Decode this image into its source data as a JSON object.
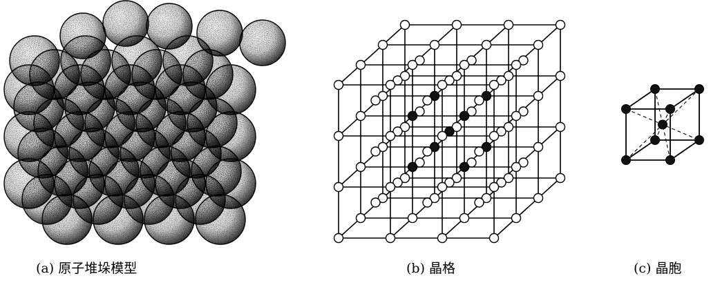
{
  "figures": [
    {
      "id": "a",
      "label": "(a)",
      "title": "原子堆垛模型"
    },
    {
      "id": "b",
      "label": "(b)",
      "title": "晶格"
    },
    {
      "id": "c",
      "label": "(c)",
      "title": "晶胞"
    }
  ],
  "colors": {
    "background": "#ffffff",
    "ink": "#000000",
    "atom_open_fill": "#ffffff",
    "atom_filled_fill": "#111111",
    "sphere_fill": "#d0d0d0"
  }
}
